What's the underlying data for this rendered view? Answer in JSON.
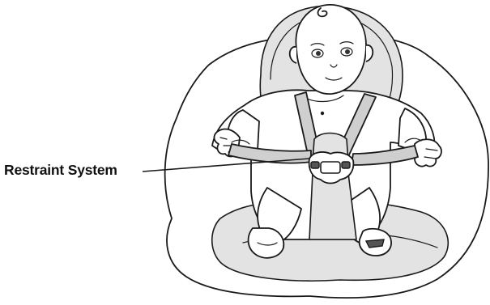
{
  "callout": {
    "label": "Restraint System"
  },
  "icons": {
    "baby": "baby-illustration",
    "seat": "infant-car-seat",
    "buckle": "harness-buckle"
  }
}
